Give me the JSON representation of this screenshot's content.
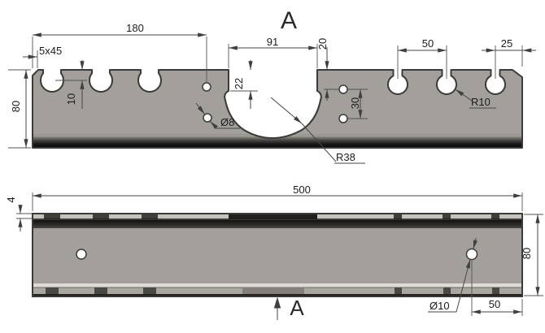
{
  "section": {
    "top_label": "A",
    "bottom_label": "A"
  },
  "top_view": {
    "dims": {
      "width": "180",
      "chamfer": "5x45",
      "height": "80",
      "slot_depth": "10",
      "cutout_width": "91",
      "cutout_depth": "22",
      "hole_top_offset": "20",
      "hole_spacing": "30",
      "slot_pitch": "50",
      "end_offset": "25",
      "hole_diameter": "Ø8",
      "slot_radius": "R10",
      "cutout_radius": "R38"
    }
  },
  "bottom_view": {
    "dims": {
      "length": "500",
      "edge_strip": "4",
      "height": "80",
      "hole_diameter": "Ø10",
      "hole_edge_offset": "50"
    }
  },
  "colors": {
    "part_fill": "#a3a09b",
    "part_outline": "#3b3b3b",
    "dim_line": "#474645",
    "dim_text": "#1c1c1c",
    "shadow_dark": "#0a0a0a"
  }
}
